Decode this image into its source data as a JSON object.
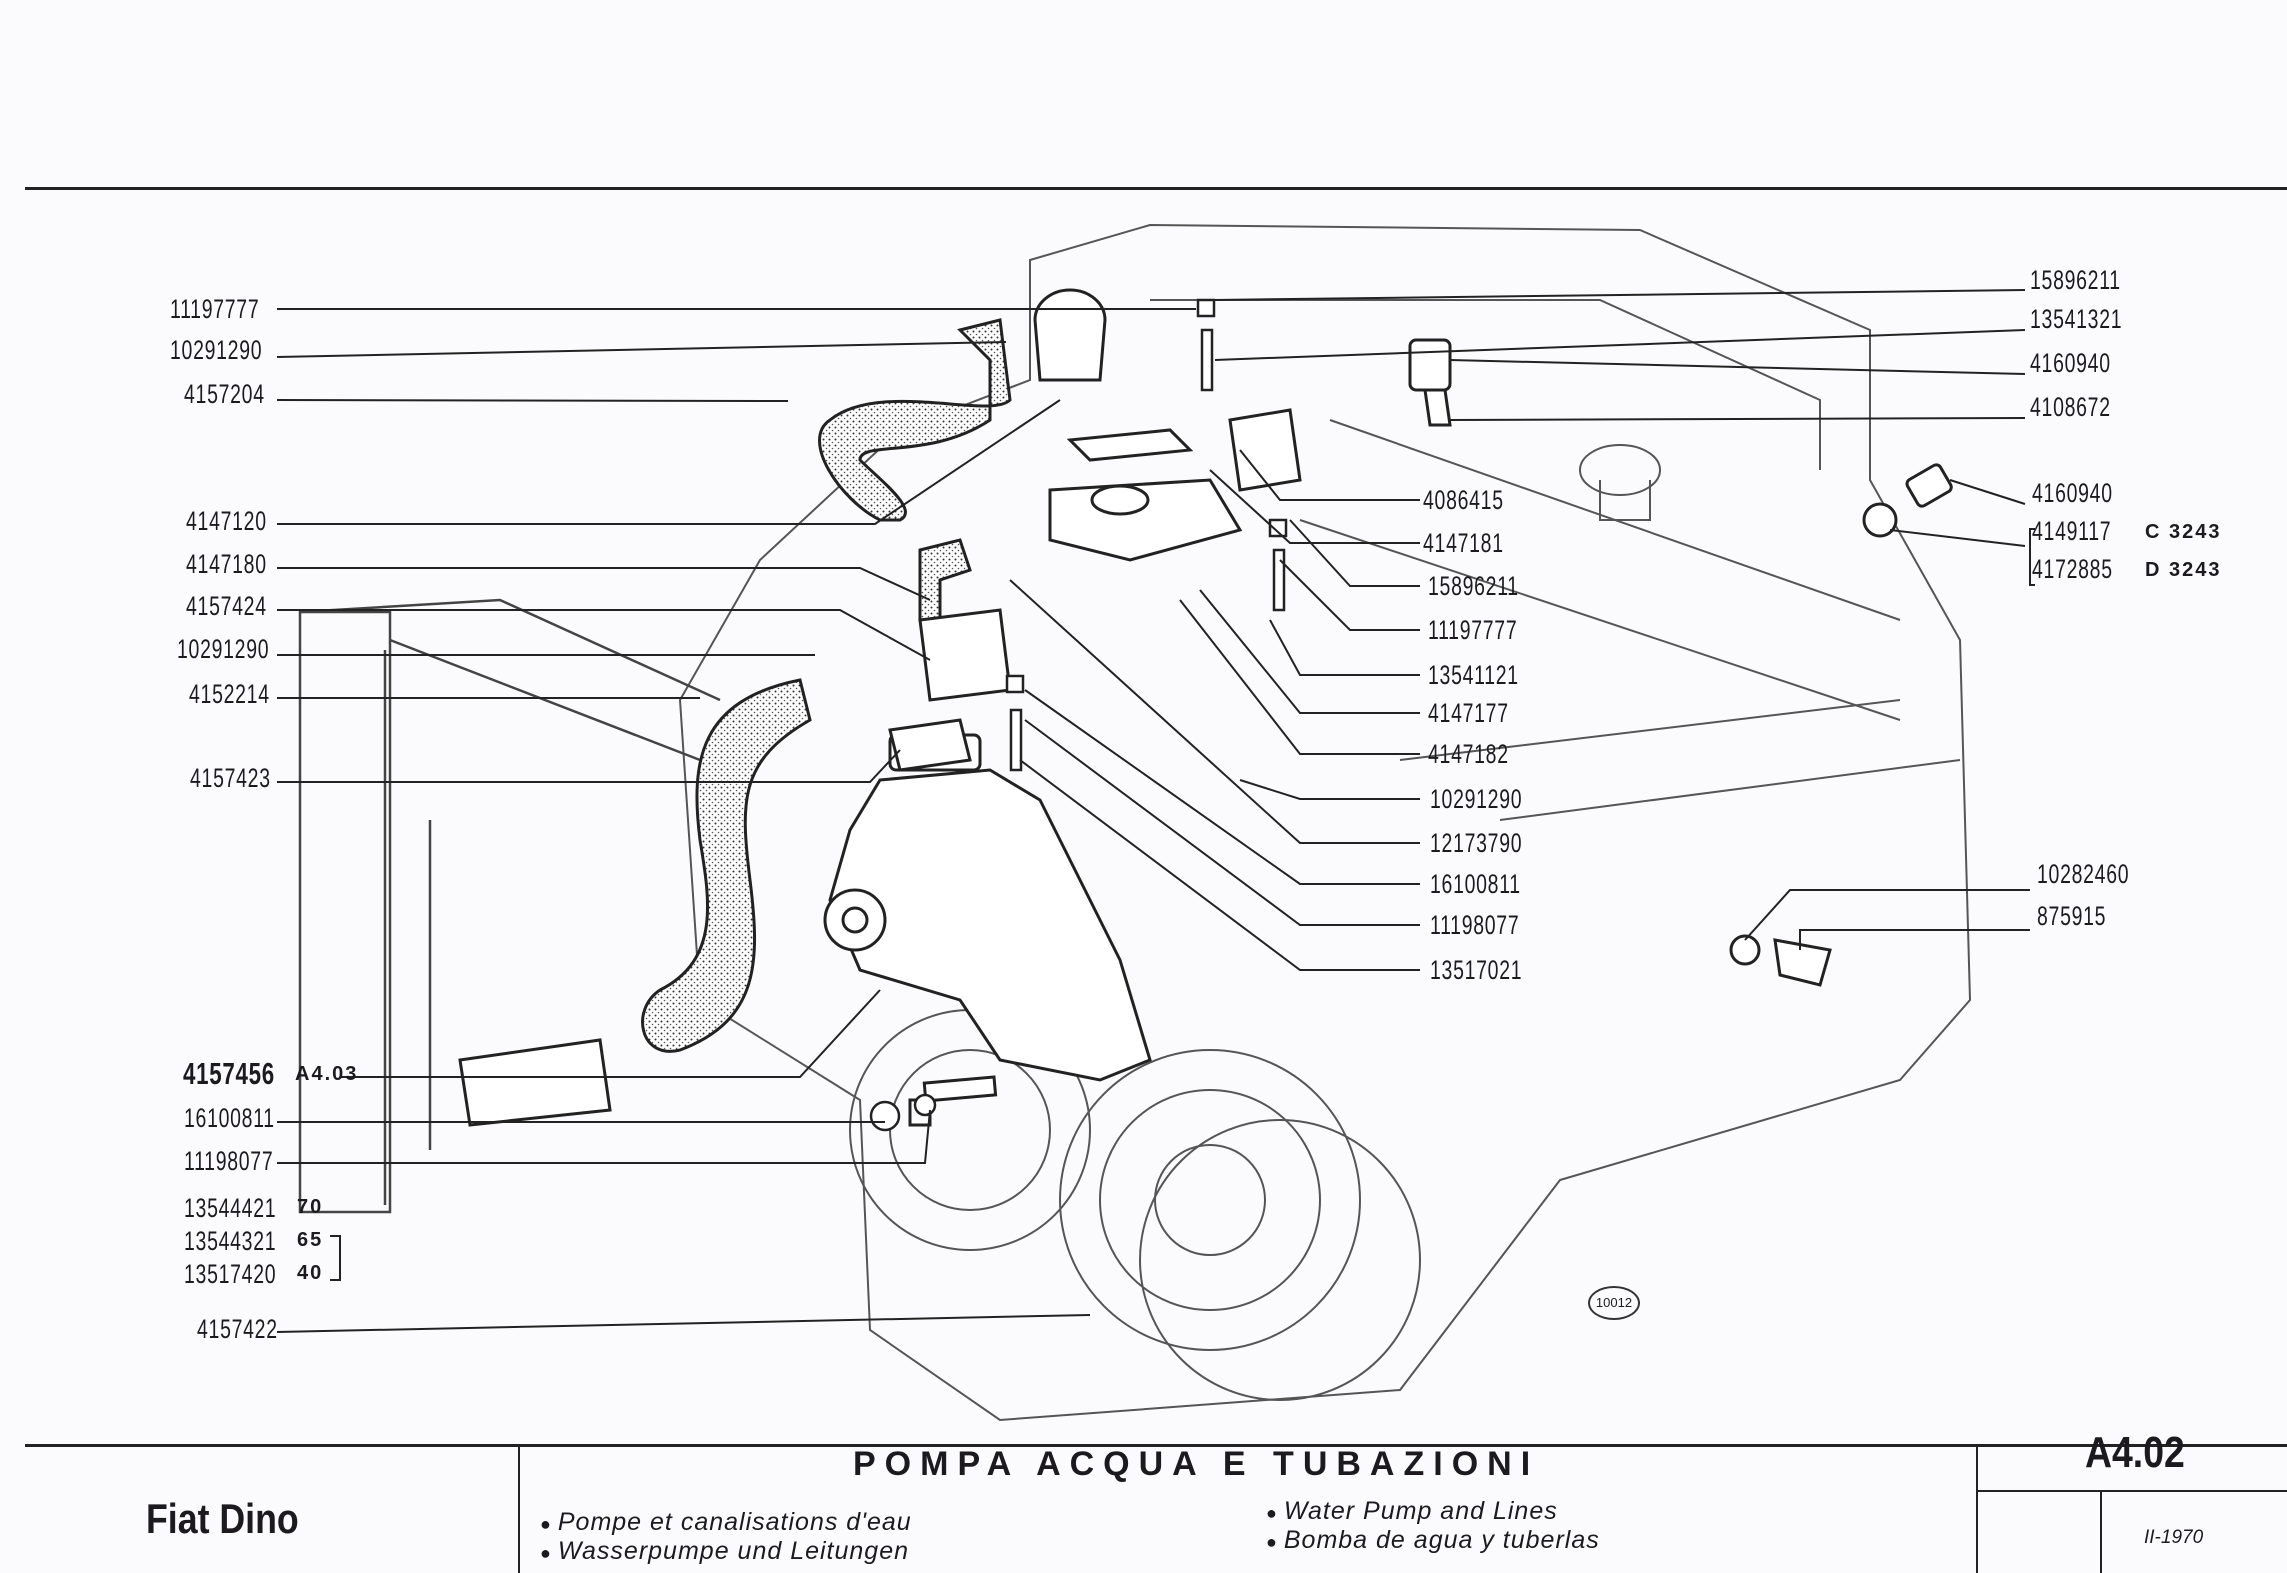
{
  "labels_left": [
    {
      "part": "11197777"
    },
    {
      "part": "10291290"
    },
    {
      "part": "4157204"
    },
    {
      "part": "4147120"
    },
    {
      "part": "4147180"
    },
    {
      "part": "4157424"
    },
    {
      "part": "10291290"
    },
    {
      "part": "4152214"
    },
    {
      "part": "4157423"
    },
    {
      "part": "4157456",
      "note": "A4.03"
    },
    {
      "part": "16100811"
    },
    {
      "part": "11198077"
    },
    {
      "part": "13544421",
      "note": "70"
    },
    {
      "part": "13544321",
      "note": "65"
    },
    {
      "part": "13517420",
      "note": "40"
    },
    {
      "part": "4157422"
    }
  ],
  "labels_center": [
    {
      "part": "4086415"
    },
    {
      "part": "4147181"
    },
    {
      "part": "15896211"
    },
    {
      "part": "11197777"
    },
    {
      "part": "13541121"
    },
    {
      "part": "4147177"
    },
    {
      "part": "4147182"
    },
    {
      "part": "10291290"
    },
    {
      "part": "12173790"
    },
    {
      "part": "16100811"
    },
    {
      "part": "11198077"
    },
    {
      "part": "13517021"
    }
  ],
  "labels_right": [
    {
      "part": "15896211"
    },
    {
      "part": "13541321"
    },
    {
      "part": "4160940"
    },
    {
      "part": "4108672"
    },
    {
      "part": "4160940"
    },
    {
      "part": "4149117",
      "note": "C 3243"
    },
    {
      "part": "4172885",
      "note": "D 3243"
    },
    {
      "part": "10282460"
    },
    {
      "part": "875915"
    }
  ],
  "figure_ref": "10012",
  "footer": {
    "brand": "Fiat Dino",
    "title": "POMPA ACQUA E TUBAZIONI",
    "subtitles": [
      "Pompe et canalisations d'eau",
      "Wasserpumpe und Leitungen",
      "Water Pump and Lines",
      "Bomba de agua y tuberlas"
    ],
    "code": "A4.02",
    "date": "II-1970"
  }
}
